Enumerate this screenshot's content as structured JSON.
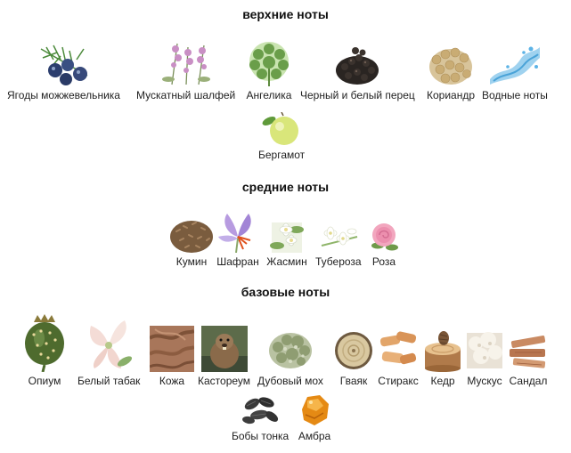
{
  "sections": [
    {
      "title": "верхние ноты",
      "notes": [
        {
          "label": "Ягоды можжевельника",
          "icon": "juniper-berries-icon"
        },
        {
          "label": "Мускатный шалфей",
          "icon": "clary-sage-icon"
        },
        {
          "label": "Ангелика",
          "icon": "angelica-icon"
        },
        {
          "label": "Черный и белый перец",
          "icon": "pepper-icon"
        },
        {
          "label": "Кориандр",
          "icon": "coriander-icon"
        },
        {
          "label": "Водные ноты",
          "icon": "water-splash-icon"
        },
        {
          "label": "Бергамот",
          "icon": "bergamot-icon"
        }
      ]
    },
    {
      "title": "средние ноты",
      "notes": [
        {
          "label": "Кумин",
          "icon": "cumin-icon"
        },
        {
          "label": "Шафран",
          "icon": "saffron-icon"
        },
        {
          "label": "Жасмин",
          "icon": "jasmine-icon"
        },
        {
          "label": "Тубероза",
          "icon": "tuberose-icon"
        },
        {
          "label": "Роза",
          "icon": "rose-icon"
        }
      ]
    },
    {
      "title": "базовые ноты",
      "notes": [
        {
          "label": "Опиум",
          "icon": "poppy-icon"
        },
        {
          "label": "Белый табак",
          "icon": "white-tobacco-icon"
        },
        {
          "label": "Кожа",
          "icon": "leather-icon"
        },
        {
          "label": "Кастореум",
          "icon": "beaver-icon"
        },
        {
          "label": "Дубовый мох",
          "icon": "oakmoss-icon"
        },
        {
          "label": "Гваяк",
          "icon": "guaiac-wood-icon"
        },
        {
          "label": "Стиракс",
          "icon": "styrax-icon"
        },
        {
          "label": "Кедр",
          "icon": "cedar-icon"
        },
        {
          "label": "Мускус",
          "icon": "musk-icon"
        },
        {
          "label": "Сандал",
          "icon": "sandalwood-icon"
        },
        {
          "label": "Бобы тонка",
          "icon": "tonka-beans-icon"
        },
        {
          "label": "Амбра",
          "icon": "amber-icon"
        }
      ]
    }
  ]
}
